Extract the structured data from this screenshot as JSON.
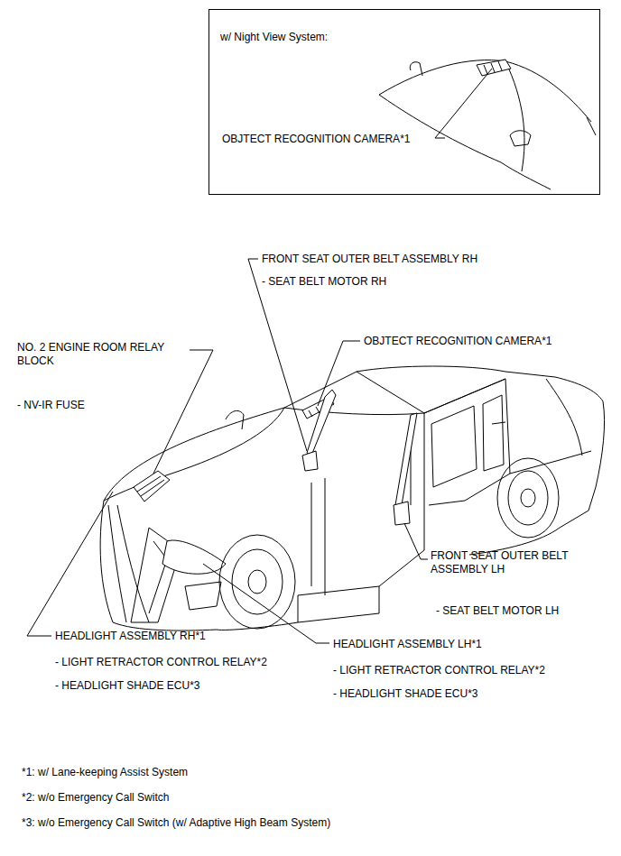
{
  "diagram": {
    "nodes": [
      {
        "text": [
          "w/ Night View System:",
          "OBJTECT RECOGNITION CAMERA*1"
        ]
      }
    ],
    "labels": [
      "FRONT SEAT OUTER BELT ASSEMBLY RH",
      "- SEAT BELT MOTOR RH",
      "OBJTECT RECOGNITION CAMERA*1",
      "NO. 2 ENGINE ROOM RELAY BLOCK",
      "- NV-IR FUSE",
      "FRONT SEAT OUTER BELT ASSEMBLY LH",
      "- SEAT BELT MOTOR LH",
      "HEADLIGHT ASSEMBLY RH*1",
      "- LIGHT RETRACTOR CONTROL RELAY*2",
      "- HEADLIGHT SHADE ECU*3",
      "HEADLIGHT ASSEMBLY LH*1",
      "- LIGHT RETRACTOR CONTROL RELAY*2",
      "- HEADLIGHT SHADE ECU*3",
      "*1: w/ Lane-keeping Assist System",
      "*2: w/o Emergency Call Switch",
      "*3: w/o Emergency Call Switch (w/ Adaptive High Beam System)"
    ]
  }
}
